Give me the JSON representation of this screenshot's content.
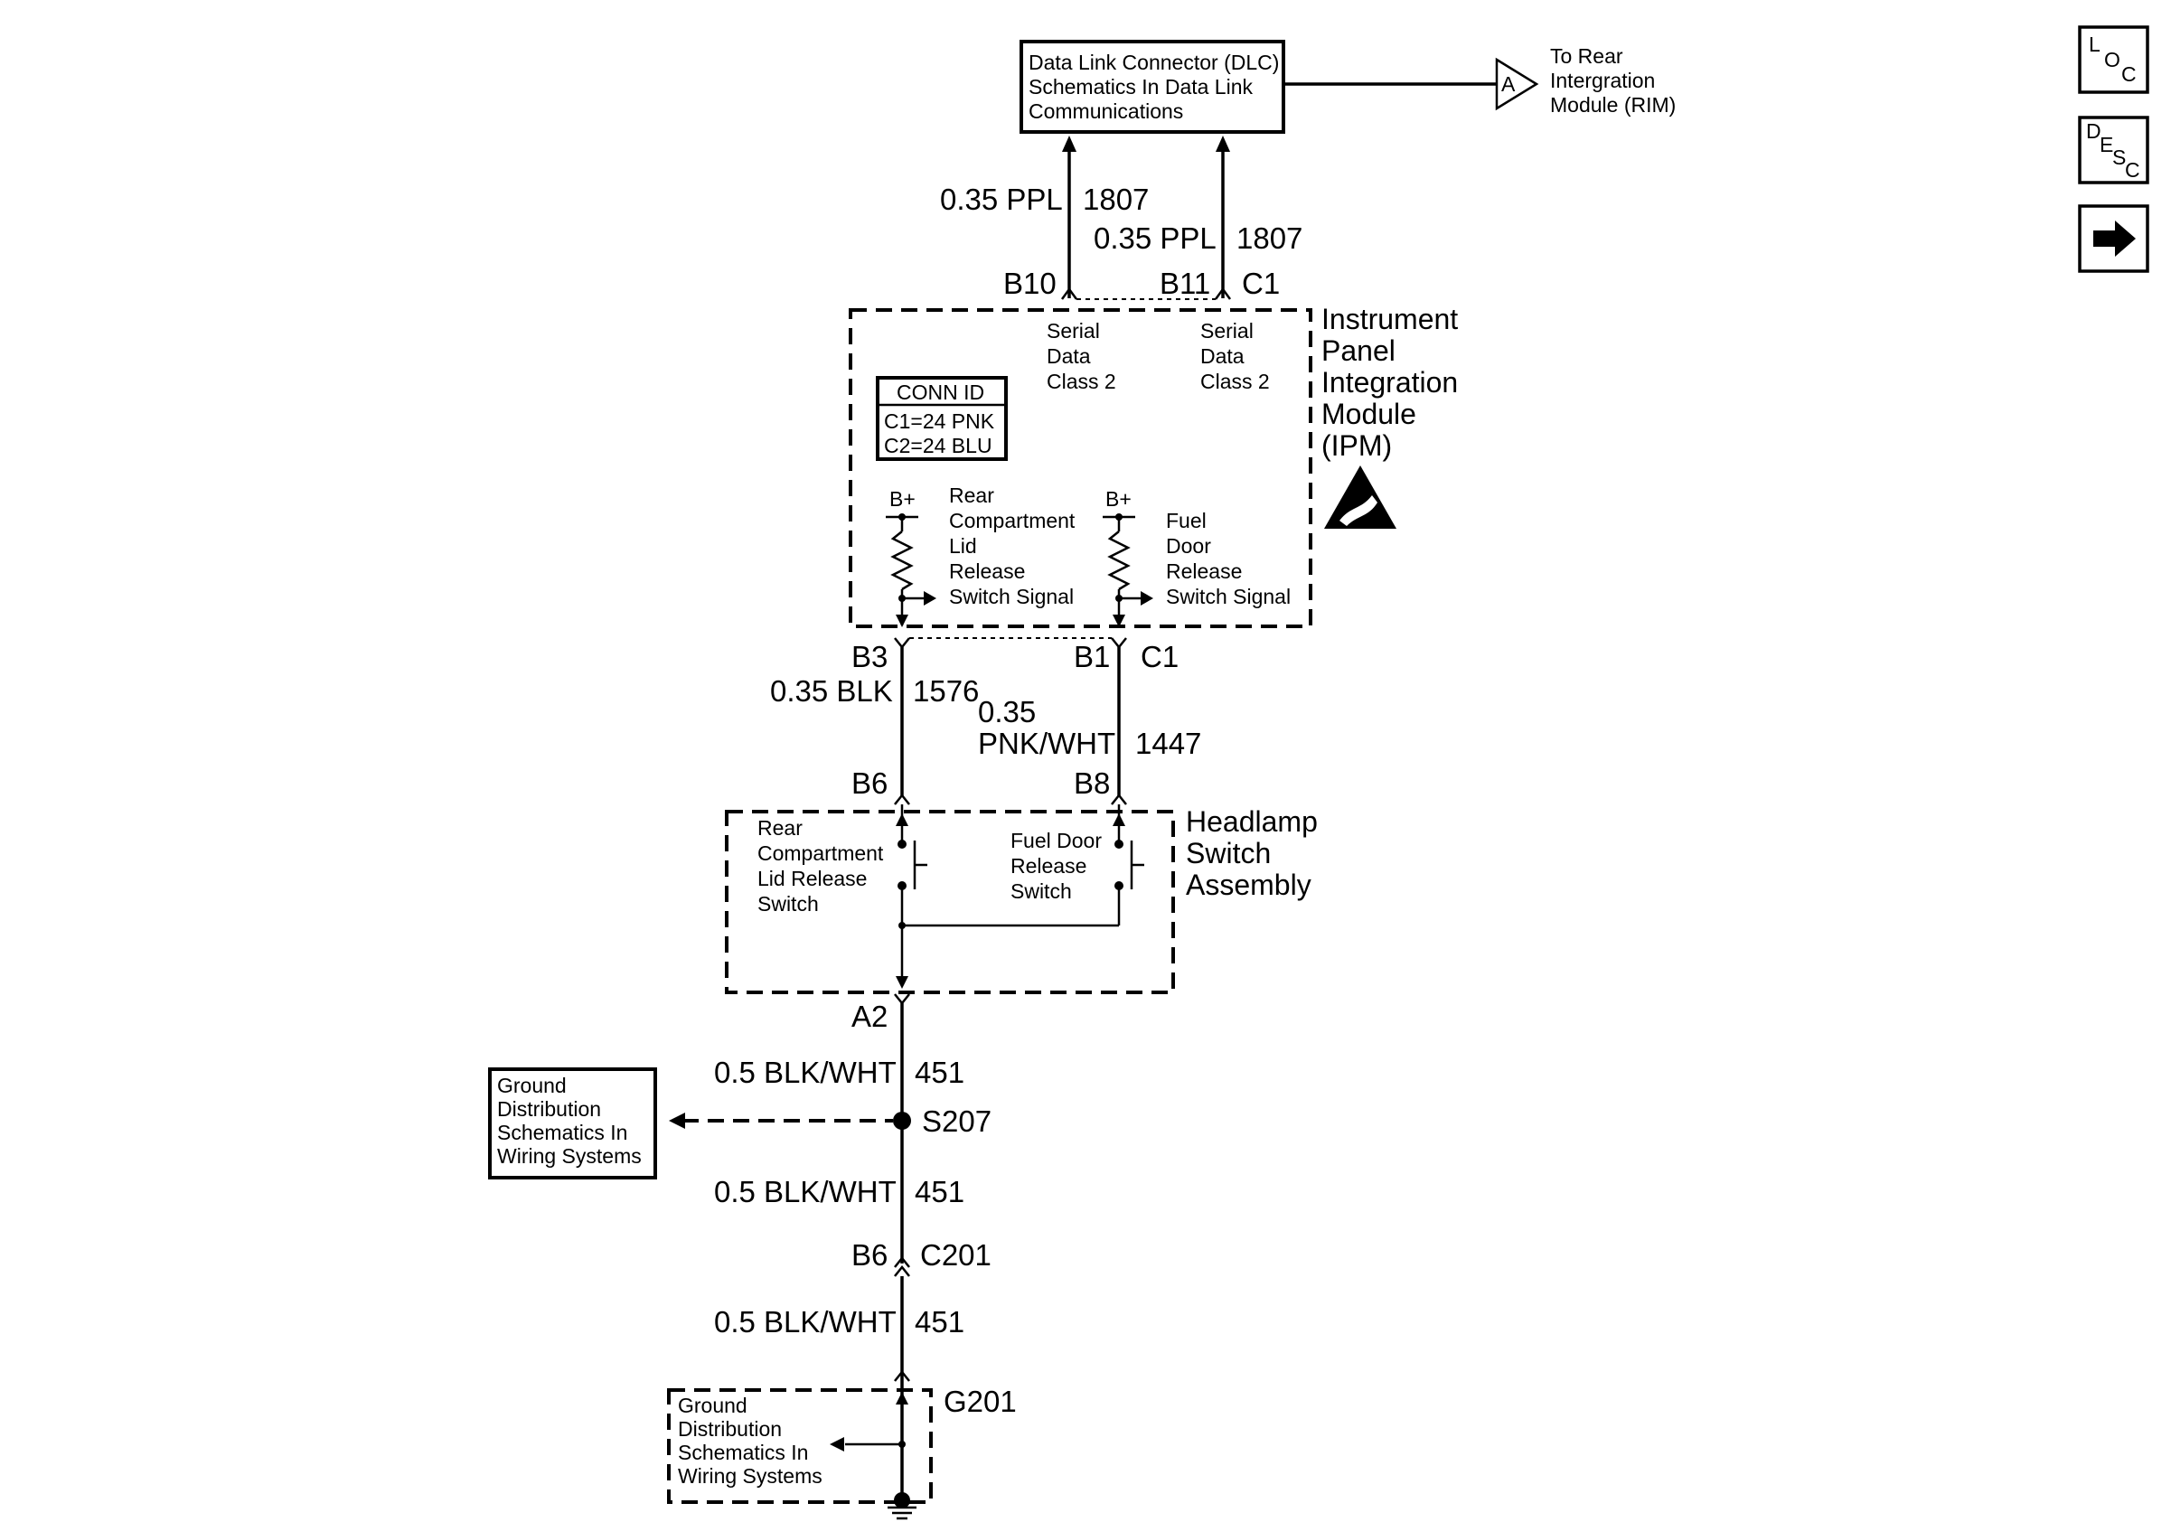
{
  "dlc": {
    "lines": [
      "Data Link Connector (DLC)",
      "Schematics In Data Link",
      "Communications"
    ]
  },
  "rim_ref": {
    "letter": "A",
    "lines": [
      "To Rear",
      "Intergration",
      "Module (RIM)"
    ]
  },
  "nav": {
    "loc": [
      "L",
      "O",
      "C"
    ],
    "desc": [
      "D",
      "E",
      "S",
      "C"
    ],
    "next_glyph": "➡"
  },
  "ipm_wires": {
    "left_wire": "0.35 PPL",
    "left_circuit": "1807",
    "right_wire": "0.35 PPL",
    "right_circuit": "1807",
    "pin_left": "B10",
    "pin_right": "B11",
    "conn_top": "C1"
  },
  "ipm": {
    "title": [
      "Instrument",
      "Panel",
      "Integration",
      "Module",
      "(IPM)"
    ],
    "serial_left": [
      "Serial",
      "Data",
      "Class 2"
    ],
    "serial_right": [
      "Serial",
      "Data",
      "Class 2"
    ],
    "conn_id": {
      "header": "CONN ID",
      "rows": [
        "C1=24 PNK",
        "C2=24 BLU"
      ]
    },
    "bplus": "B+",
    "rear_signal": [
      "Rear",
      "Compartment",
      "Lid",
      "Release",
      "Switch Signal"
    ],
    "fuel_signal": [
      "Fuel",
      "Door",
      "Release",
      "Switch Signal"
    ],
    "pin_b3": "B3",
    "pin_b1": "B1",
    "conn_bottom": "C1"
  },
  "mid_wires": {
    "left_wire": "0.35 BLK",
    "left_circuit": "1576",
    "right_wire_1": "0.35",
    "right_wire_2": "PNK/WHT",
    "right_circuit": "1447",
    "pin_b6": "B6",
    "pin_b8": "B8"
  },
  "headlamp": {
    "title": [
      "Headlamp",
      "Switch",
      "Assembly"
    ],
    "rear_switch": [
      "Rear",
      "Compartment",
      "Lid Release",
      "Switch"
    ],
    "fuel_switch": [
      "Fuel Door",
      "Release",
      "Switch"
    ],
    "pin_a2": "A2"
  },
  "ground": {
    "wire1": "0.5 BLK/WHT",
    "circuit1": "451",
    "splice": "S207",
    "ref_box": [
      "Ground",
      "Distribution",
      "Schematics In",
      "Wiring Systems"
    ],
    "wire2": "0.5 BLK/WHT",
    "circuit2": "451",
    "pin_b6": "B6",
    "conn_c201": "C201",
    "wire3": "0.5 BLK/WHT",
    "circuit3": "451",
    "ground_id": "G201",
    "ground_box": [
      "Ground",
      "Distribution",
      "Schematics In",
      "Wiring Systems"
    ]
  }
}
